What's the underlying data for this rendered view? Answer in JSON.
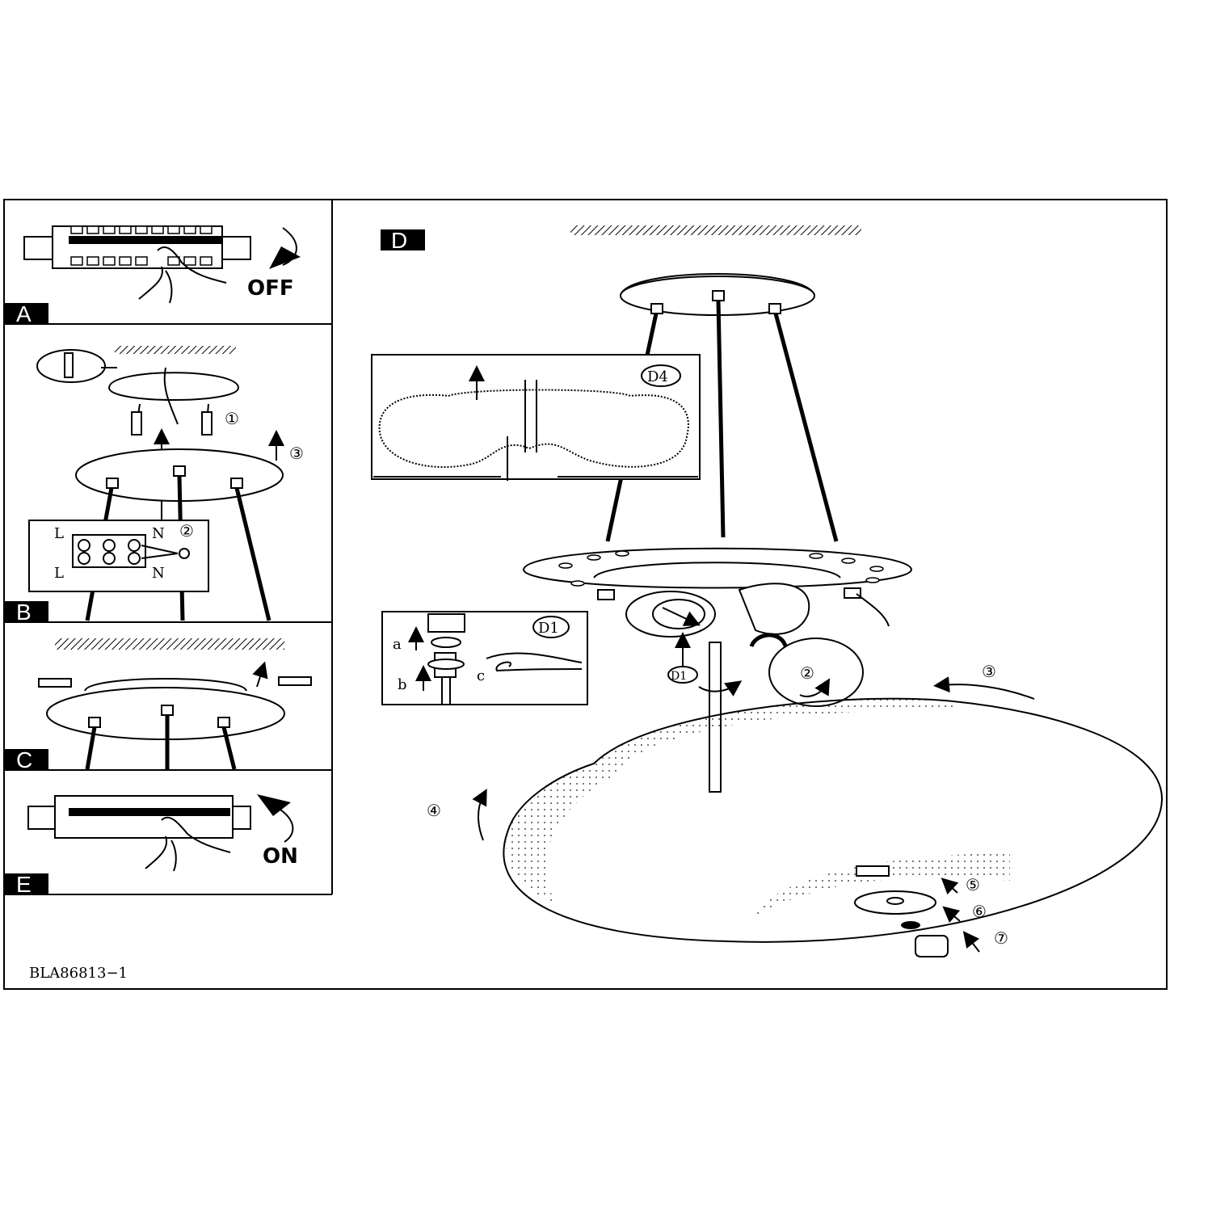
{
  "panels": {
    "a": {
      "label": "A",
      "action": "OFF"
    },
    "b": {
      "label": "B",
      "step1": "①",
      "step2": "②",
      "step3": "③",
      "terminal_top_left": "L",
      "terminal_top_right": "N",
      "terminal_bottom_left": "L",
      "terminal_bottom_right": "N"
    },
    "c": {
      "label": "C"
    },
    "e": {
      "label": "E",
      "action": "ON"
    },
    "d": {
      "label": "D",
      "detail_d4": "D4",
      "detail_d1": "D1",
      "d1_a": "a",
      "d1_b": "b",
      "d1_c": "c",
      "callout_d1": "D1",
      "step2": "②",
      "step3": "③",
      "step4": "④",
      "step5": "⑤",
      "step6": "⑥",
      "step7": "⑦"
    }
  },
  "document_code": "BLA86813−1"
}
